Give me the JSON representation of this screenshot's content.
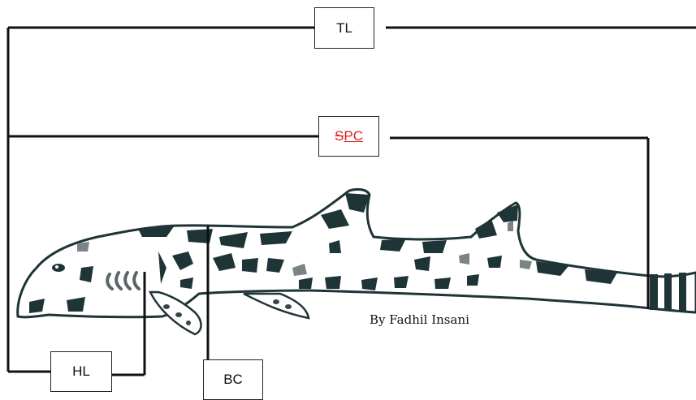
{
  "labels": {
    "tl": "TL",
    "spc_struck": "S",
    "spc_rest": "PC",
    "hl": "HL",
    "bc": "BC"
  },
  "credit": "By Fadhil Insani",
  "colors": {
    "shark_spots": "#1f3437",
    "lines": "#111111",
    "spc_label": "#e02020"
  }
}
